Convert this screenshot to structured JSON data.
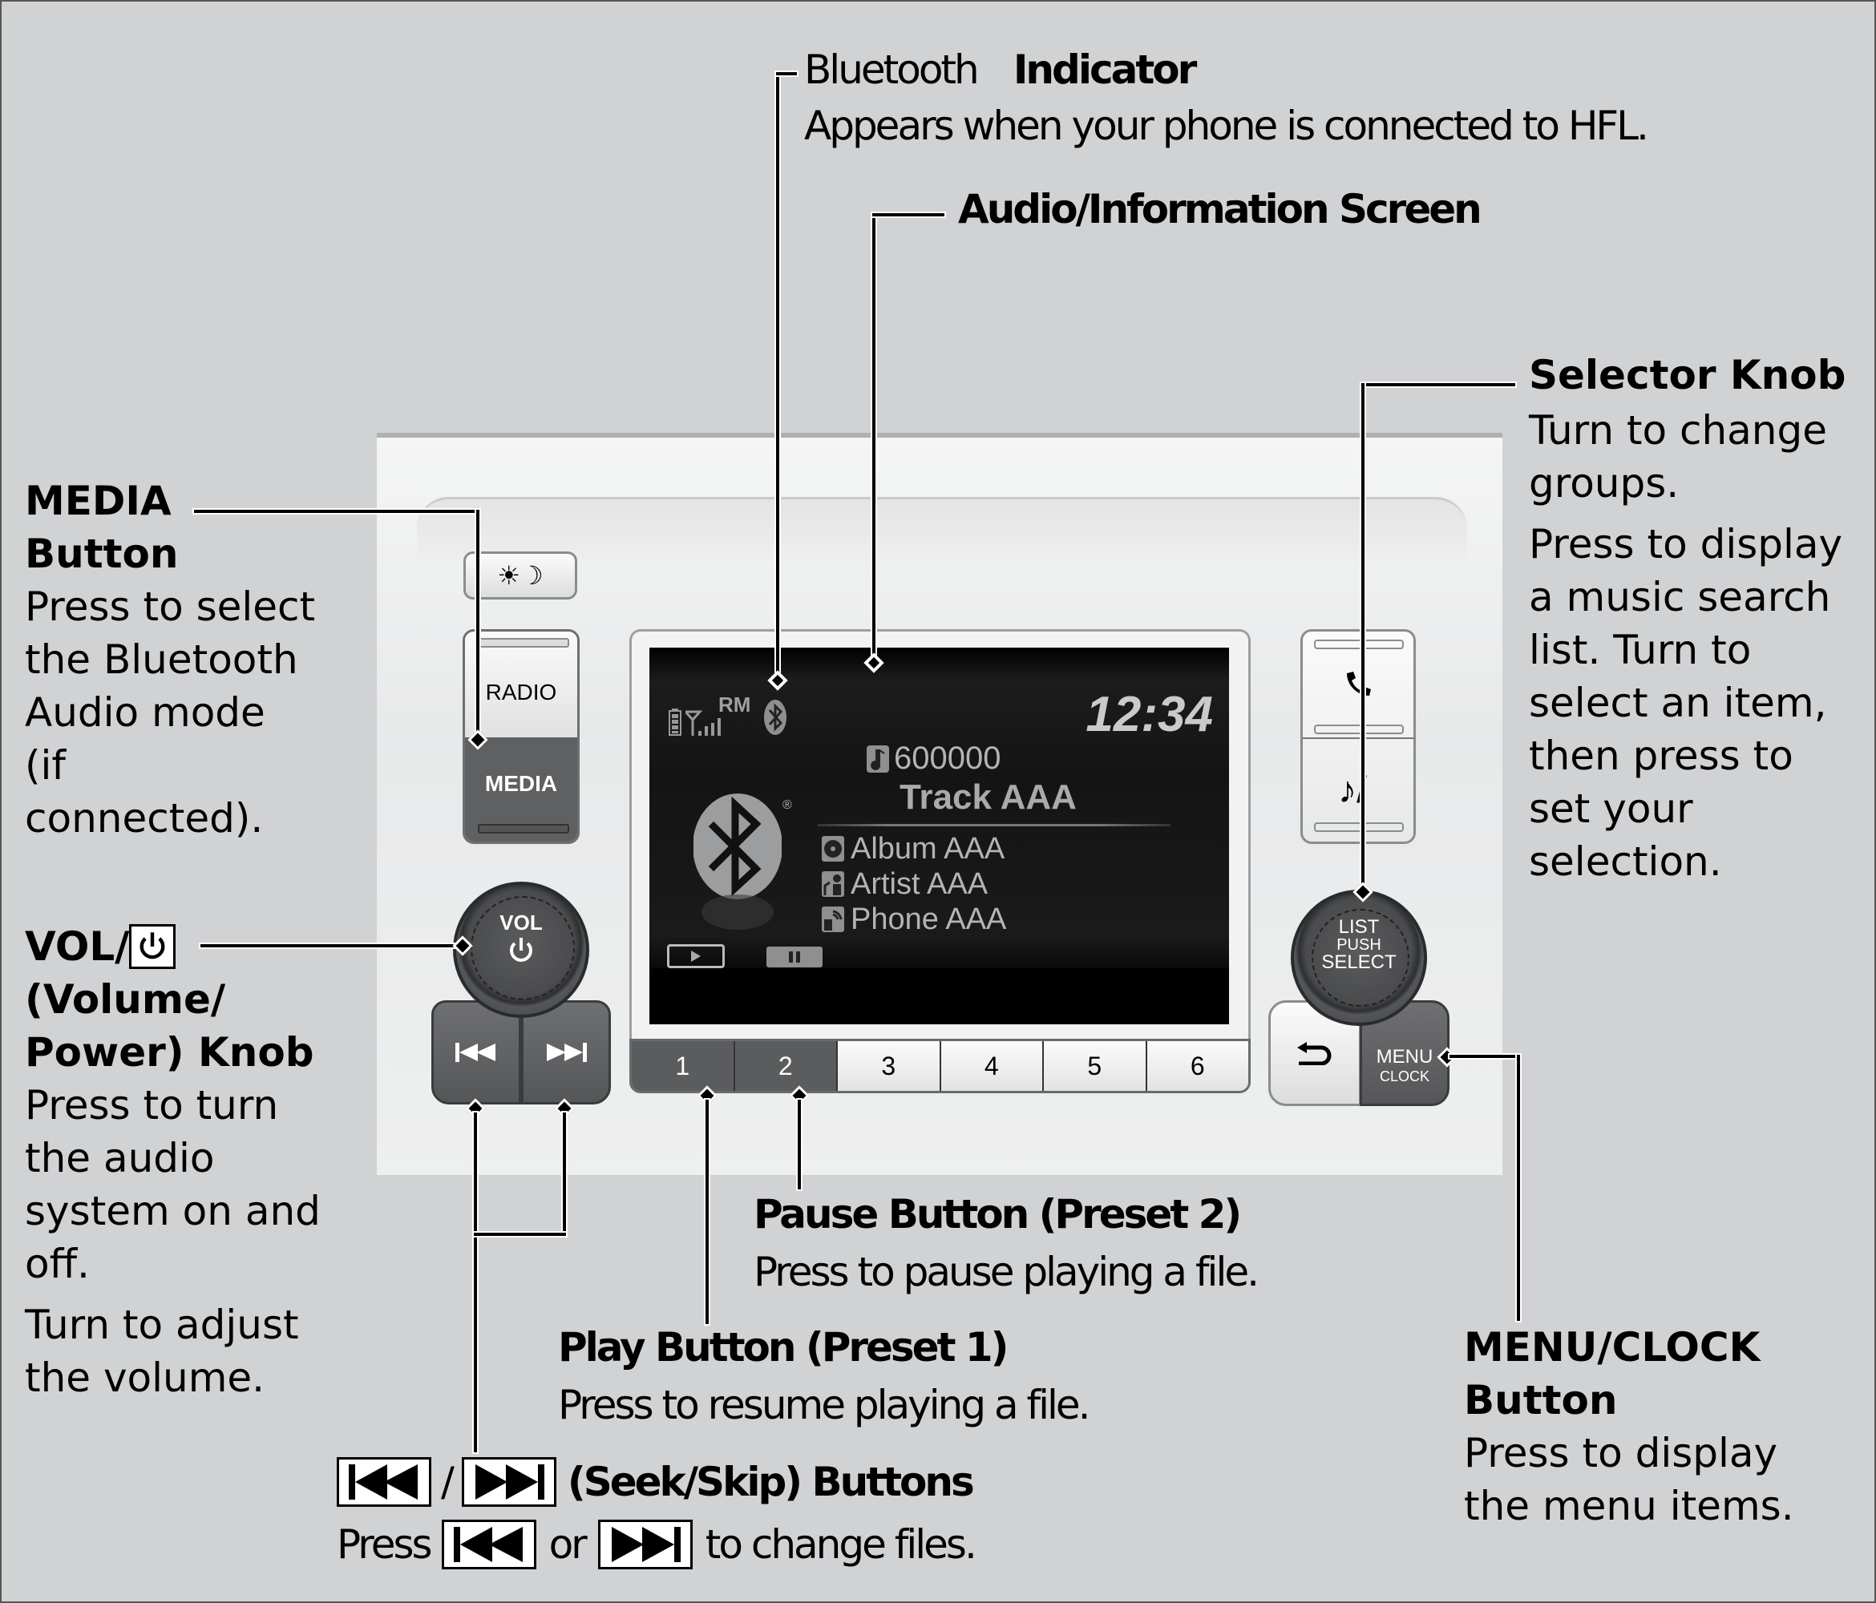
{
  "panel": {
    "day_night_button": {
      "icon": "sun-moon-icon",
      "label": "☀☽"
    },
    "radio_button": "RADIO",
    "media_button": "MEDIA",
    "vol_knob": {
      "label": "VOL",
      "icon": "power-icon"
    },
    "seek_back": {
      "icon": "skip-back-icon"
    },
    "seek_forward": {
      "icon": "skip-forward-icon"
    },
    "phone_button": {
      "icon": "phone-icon"
    },
    "music_button": {
      "icon": "music-note-icon",
      "label": "♪/"
    },
    "selector_knob": {
      "line1": "LIST",
      "line2": "PUSH",
      "line3": "SELECT"
    },
    "back_button": {
      "icon": "back-arrow-icon"
    },
    "menu_button": {
      "line1": "MENU",
      "line2": "CLOCK"
    },
    "presets": [
      "1",
      "2",
      "3",
      "4",
      "5",
      "6"
    ],
    "active_presets": [
      "1",
      "2"
    ]
  },
  "screen": {
    "status": {
      "rm_label": "RM",
      "battery_icon": "battery-icon",
      "signal_icon": "signal-icon",
      "bluetooth_icon": "bluetooth-icon"
    },
    "clock": "12:34",
    "track_number": "600000",
    "track_title": "Track AAA",
    "items": [
      {
        "icon": "album-icon",
        "label": "Album AAA"
      },
      {
        "icon": "artist-icon",
        "label": "Artist AAA"
      },
      {
        "icon": "phone-icon",
        "label": "Phone AAA"
      }
    ],
    "registered_mark": "®",
    "play_icon": "play-icon",
    "pause_icon": "pause-icon"
  },
  "callouts": {
    "bluetooth": {
      "title_light": "Bluetooth",
      "title_bold": "Indicator",
      "desc": "Appears when your phone is connected to HFL."
    },
    "screen": {
      "title": "Audio/Information Screen"
    },
    "selector": {
      "title": "Selector Knob",
      "lines": [
        "Turn to change",
        "groups.",
        "Press to display",
        "a music search",
        "list. Turn to",
        "select an item,",
        "then press to",
        "set your",
        "selection."
      ]
    },
    "media": {
      "title_lines": [
        "MEDIA",
        "Button"
      ],
      "lines": [
        "Press to select",
        "the Bluetooth",
        "Audio mode",
        "(if",
        "connected)."
      ]
    },
    "vol": {
      "title_lines": [
        "VOL/",
        "(Volume/",
        "Power) Knob"
      ],
      "lines": [
        "Press to turn",
        "the audio",
        "system on and",
        "off.",
        "Turn to adjust",
        "the volume."
      ]
    },
    "pause": {
      "title": "Pause Button (Preset 2)",
      "desc": "Press to pause playing a file."
    },
    "play": {
      "title": "Play Button (Preset 1)",
      "desc": "Press to resume playing a file."
    },
    "seek": {
      "title_sep": "/",
      "title_suffix": "(Seek/Skip) Buttons",
      "desc_prefix": "Press",
      "desc_mid": "or",
      "desc_suffix": "to change files."
    },
    "menu": {
      "title_lines": [
        "MENU/CLOCK",
        "Button"
      ],
      "lines": [
        "Press to display",
        "the menu items."
      ]
    }
  }
}
